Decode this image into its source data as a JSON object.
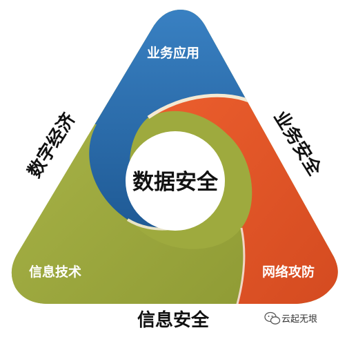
{
  "center": {
    "label": "数据安全"
  },
  "segments": [
    {
      "id": "top",
      "label": "业务应用",
      "color": "#2e6fae"
    },
    {
      "id": "left",
      "label": "信息技术",
      "color": "#9eaa3e"
    },
    {
      "id": "right",
      "label": "网络攻防",
      "color": "#e05527"
    }
  ],
  "sides": {
    "left": "数字经济",
    "right": "业务安全",
    "bottom": "信息安全"
  },
  "watermark": {
    "text": "云起无垠",
    "icon": "wechat-icon"
  }
}
